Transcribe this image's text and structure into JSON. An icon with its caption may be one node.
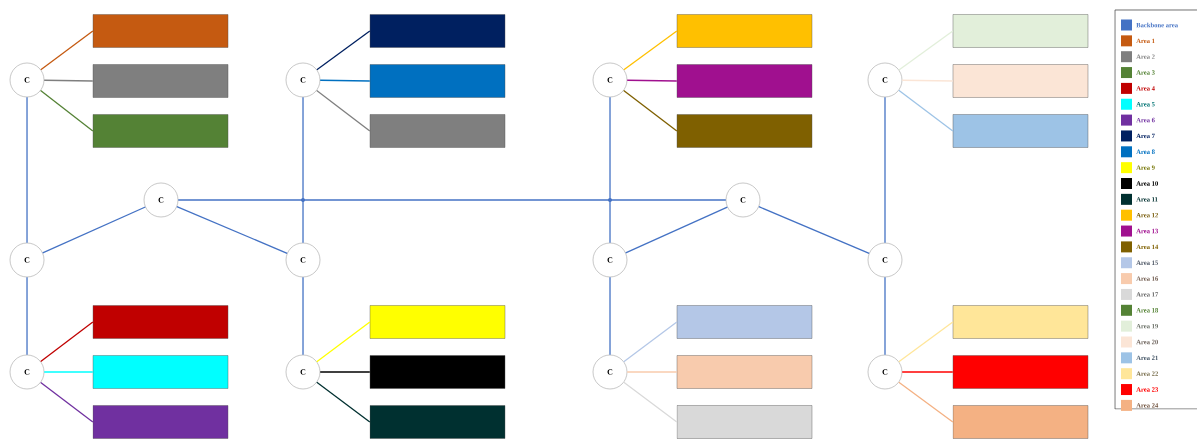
{
  "diagram": {
    "nodes": [
      {
        "text": [
          "C"
        ]
      },
      {
        "text": [],
        "shape": "box"
      },
      {
        "text": [],
        "shape": "box"
      },
      {
        "text": [],
        "shape": "box"
      },
      {
        "text": [
          "C"
        ]
      },
      {
        "text": [],
        "shape": "box"
      },
      {
        "text": [],
        "shape": "box"
      },
      {
        "text": [],
        "shape": "box"
      },
      {
        "text": [
          "C"
        ]
      },
      {
        "text": [],
        "shape": "box"
      },
      {
        "text": [],
        "shape": "box"
      },
      {
        "text": [],
        "shape": "box"
      },
      {
        "text": [
          "C"
        ]
      },
      {
        "text": [],
        "shape": "box"
      },
      {
        "text": [],
        "shape": "box"
      },
      {
        "text": [],
        "shape": "box"
      },
      {
        "text": [
          "C"
        ]
      },
      {
        "text": [
          "C"
        ]
      },
      {
        "text": [
          "C"
        ]
      },
      {
        "text": [
          "C"
        ]
      },
      {
        "text": [
          "C"
        ]
      },
      {
        "text": [
          "C"
        ]
      },
      {
        "text": [
          "C"
        ]
      },
      {
        "text": [],
        "shape": "box"
      },
      {
        "text": [],
        "shape": "box"
      },
      {
        "text": [],
        "shape": "box"
      },
      {
        "text": [
          "C"
        ]
      },
      {
        "text": [],
        "shape": "box"
      },
      {
        "text": [],
        "shape": "box"
      },
      {
        "text": [],
        "shape": "box"
      },
      {
        "text": [
          "C"
        ]
      },
      {
        "text": [],
        "shape": "box"
      },
      {
        "text": [],
        "shape": "box"
      },
      {
        "text": [],
        "shape": "box"
      },
      {
        "text": [
          "C"
        ]
      },
      {
        "text": [],
        "shape": "box"
      },
      {
        "text": [],
        "shape": "box"
      },
      {
        "text": [],
        "shape": "box"
      }
    ],
    "edges": [
      {
        "from": 16,
        "to": 17,
        "arrow": "none"
      },
      {
        "from": 16,
        "to": 18,
        "arrow": "none"
      },
      {
        "from": 16,
        "to": 19,
        "arrow": "none"
      },
      {
        "from": 17,
        "to": 20,
        "arrow": "none"
      },
      {
        "from": 17,
        "to": 21,
        "arrow": "none"
      },
      {
        "from": 0,
        "to": 18,
        "arrow": "none"
      },
      {
        "from": 18,
        "to": 22,
        "arrow": "none"
      },
      {
        "from": 4,
        "to": 19,
        "arrow": "none"
      },
      {
        "from": 19,
        "to": 26,
        "arrow": "none"
      },
      {
        "from": 8,
        "to": 20,
        "arrow": "none"
      },
      {
        "from": 20,
        "to": 30,
        "arrow": "none"
      },
      {
        "from": 12,
        "to": 21,
        "arrow": "none"
      },
      {
        "from": 21,
        "to": 34,
        "arrow": "none"
      },
      {
        "from": 0,
        "to": 1,
        "arrow": "none",
        "color": "#c55a11"
      },
      {
        "from": 0,
        "to": 2,
        "arrow": "none",
        "color": "#7f7f7f"
      },
      {
        "from": 0,
        "to": 3,
        "arrow": "none",
        "color": "#548235"
      },
      {
        "from": 4,
        "to": 5,
        "arrow": "none",
        "color": "#002060"
      },
      {
        "from": 4,
        "to": 6,
        "arrow": "none",
        "color": "#0070c0"
      },
      {
        "from": 4,
        "to": 7,
        "arrow": "none",
        "color": "#7f7f7f"
      },
      {
        "from": 8,
        "to": 9,
        "arrow": "none",
        "color": "#ffc000"
      },
      {
        "from": 8,
        "to": 10,
        "arrow": "none",
        "color": "#a0108f"
      },
      {
        "from": 8,
        "to": 11,
        "arrow": "none",
        "color": "#7f6000"
      },
      {
        "from": 12,
        "to": 13,
        "arrow": "none",
        "color": "#e2efda"
      },
      {
        "from": 12,
        "to": 14,
        "arrow": "none",
        "color": "#fbe5d6"
      },
      {
        "from": 12,
        "to": 15,
        "arrow": "none",
        "color": "#9dc3e6"
      },
      {
        "from": 22,
        "to": 23,
        "arrow": "none",
        "color": "#c00000"
      },
      {
        "from": 22,
        "to": 24,
        "arrow": "none",
        "color": "#00ffff"
      },
      {
        "from": 22,
        "to": 25,
        "arrow": "none",
        "color": "#7030a0"
      },
      {
        "from": 26,
        "to": 27,
        "arrow": "none",
        "color": "#ffff00"
      },
      {
        "from": 26,
        "to": 28,
        "arrow": "none",
        "color": "#000000"
      },
      {
        "from": 26,
        "to": 29,
        "arrow": "none",
        "color": "#003030"
      },
      {
        "from": 30,
        "to": 31,
        "arrow": "none",
        "color": "#b4c7e7"
      },
      {
        "from": 30,
        "to": 32,
        "arrow": "none",
        "color": "#f8cbad"
      },
      {
        "from": 30,
        "to": 33,
        "arrow": "none",
        "color": "#d9d9d9"
      },
      {
        "from": 34,
        "to": 35,
        "arrow": "none",
        "color": "#ffe699"
      },
      {
        "from": 34,
        "to": 36,
        "arrow": "none",
        "color": "#ff0000"
      },
      {
        "from": 34,
        "to": 37,
        "arrow": "none",
        "color": "#f4b183"
      }
    ],
    "legend": [
      {
        "text": "Backbone area",
        "color": "#4472c4"
      },
      {
        "text": "Area 1",
        "color": "#c55a11"
      },
      {
        "text": "Area 2",
        "color": "#7f7f7f"
      },
      {
        "text": "Area 3",
        "color": "#548235"
      },
      {
        "text": "Area 4",
        "color": "#c00000"
      },
      {
        "text": "Area 5",
        "color": "#00ffff"
      },
      {
        "text": "Area 6",
        "color": "#7030a0"
      },
      {
        "text": "Area 7",
        "color": "#002060"
      },
      {
        "text": "Area 8",
        "color": "#0070c0"
      },
      {
        "text": "Area 9",
        "color": "#ffff00"
      },
      {
        "text": "Area 10",
        "color": "#000000"
      },
      {
        "text": "Area 11",
        "color": "#003030"
      },
      {
        "text": "Area 12",
        "color": "#ffc000"
      },
      {
        "text": "Area 13",
        "color": "#a0108f"
      },
      {
        "text": "Area 14",
        "color": "#7f6000"
      },
      {
        "text": "Area 15",
        "color": "#b4c7e7"
      },
      {
        "text": "Area 16",
        "color": "#f8cbad"
      },
      {
        "text": "Area 17",
        "color": "#d9d9d9"
      },
      {
        "text": "Area 18",
        "color": "#548235"
      },
      {
        "text": "Area 19",
        "color": "#e2efda"
      },
      {
        "text": "Area 20",
        "color": "#fbe5d6"
      },
      {
        "text": "Area 21",
        "color": "#9dc3e6"
      },
      {
        "text": "Area 22",
        "color": "#ffe699"
      },
      {
        "text": "Area 23",
        "color": "#ff0000"
      },
      {
        "text": "Area 24",
        "color": "#f4b183"
      }
    ]
  }
}
